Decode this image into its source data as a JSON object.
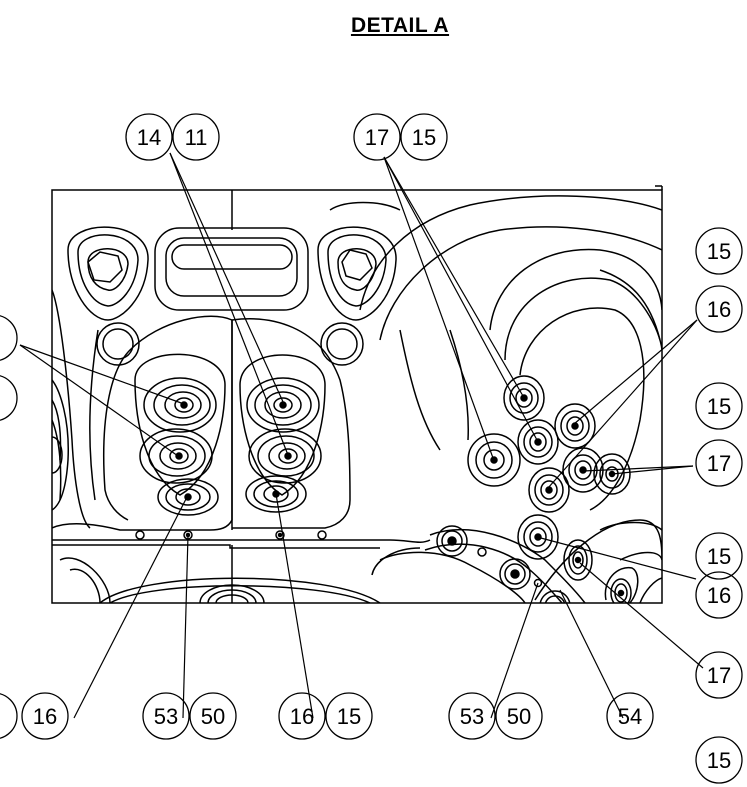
{
  "title": "DETAIL A",
  "callouts": [
    {
      "id": "c-14-a",
      "label": "14"
    },
    {
      "id": "c-11-a",
      "label": "11"
    },
    {
      "id": "c-17-a",
      "label": "17"
    },
    {
      "id": "c-15-a",
      "label": "15"
    },
    {
      "id": "c-15-b",
      "label": "15"
    },
    {
      "id": "c-16-b",
      "label": "16"
    },
    {
      "id": "c-15-c",
      "label": "15"
    },
    {
      "id": "c-17-b",
      "label": "17"
    },
    {
      "id": "c-15-d",
      "label": "15"
    },
    {
      "id": "c-16-c",
      "label": "16"
    },
    {
      "id": "c-17-c",
      "label": "17"
    },
    {
      "id": "c-15-e",
      "label": "15"
    },
    {
      "id": "c-16-a",
      "label": "16"
    },
    {
      "id": "c-53-a",
      "label": "53"
    },
    {
      "id": "c-50-a",
      "label": "50"
    },
    {
      "id": "c-16-d",
      "label": "16"
    },
    {
      "id": "c-15-f",
      "label": "15"
    },
    {
      "id": "c-53-b",
      "label": "53"
    },
    {
      "id": "c-50-b",
      "label": "50"
    },
    {
      "id": "c-54-a",
      "label": "54"
    }
  ],
  "colors": {
    "line": "#000000",
    "background": "#ffffff"
  }
}
